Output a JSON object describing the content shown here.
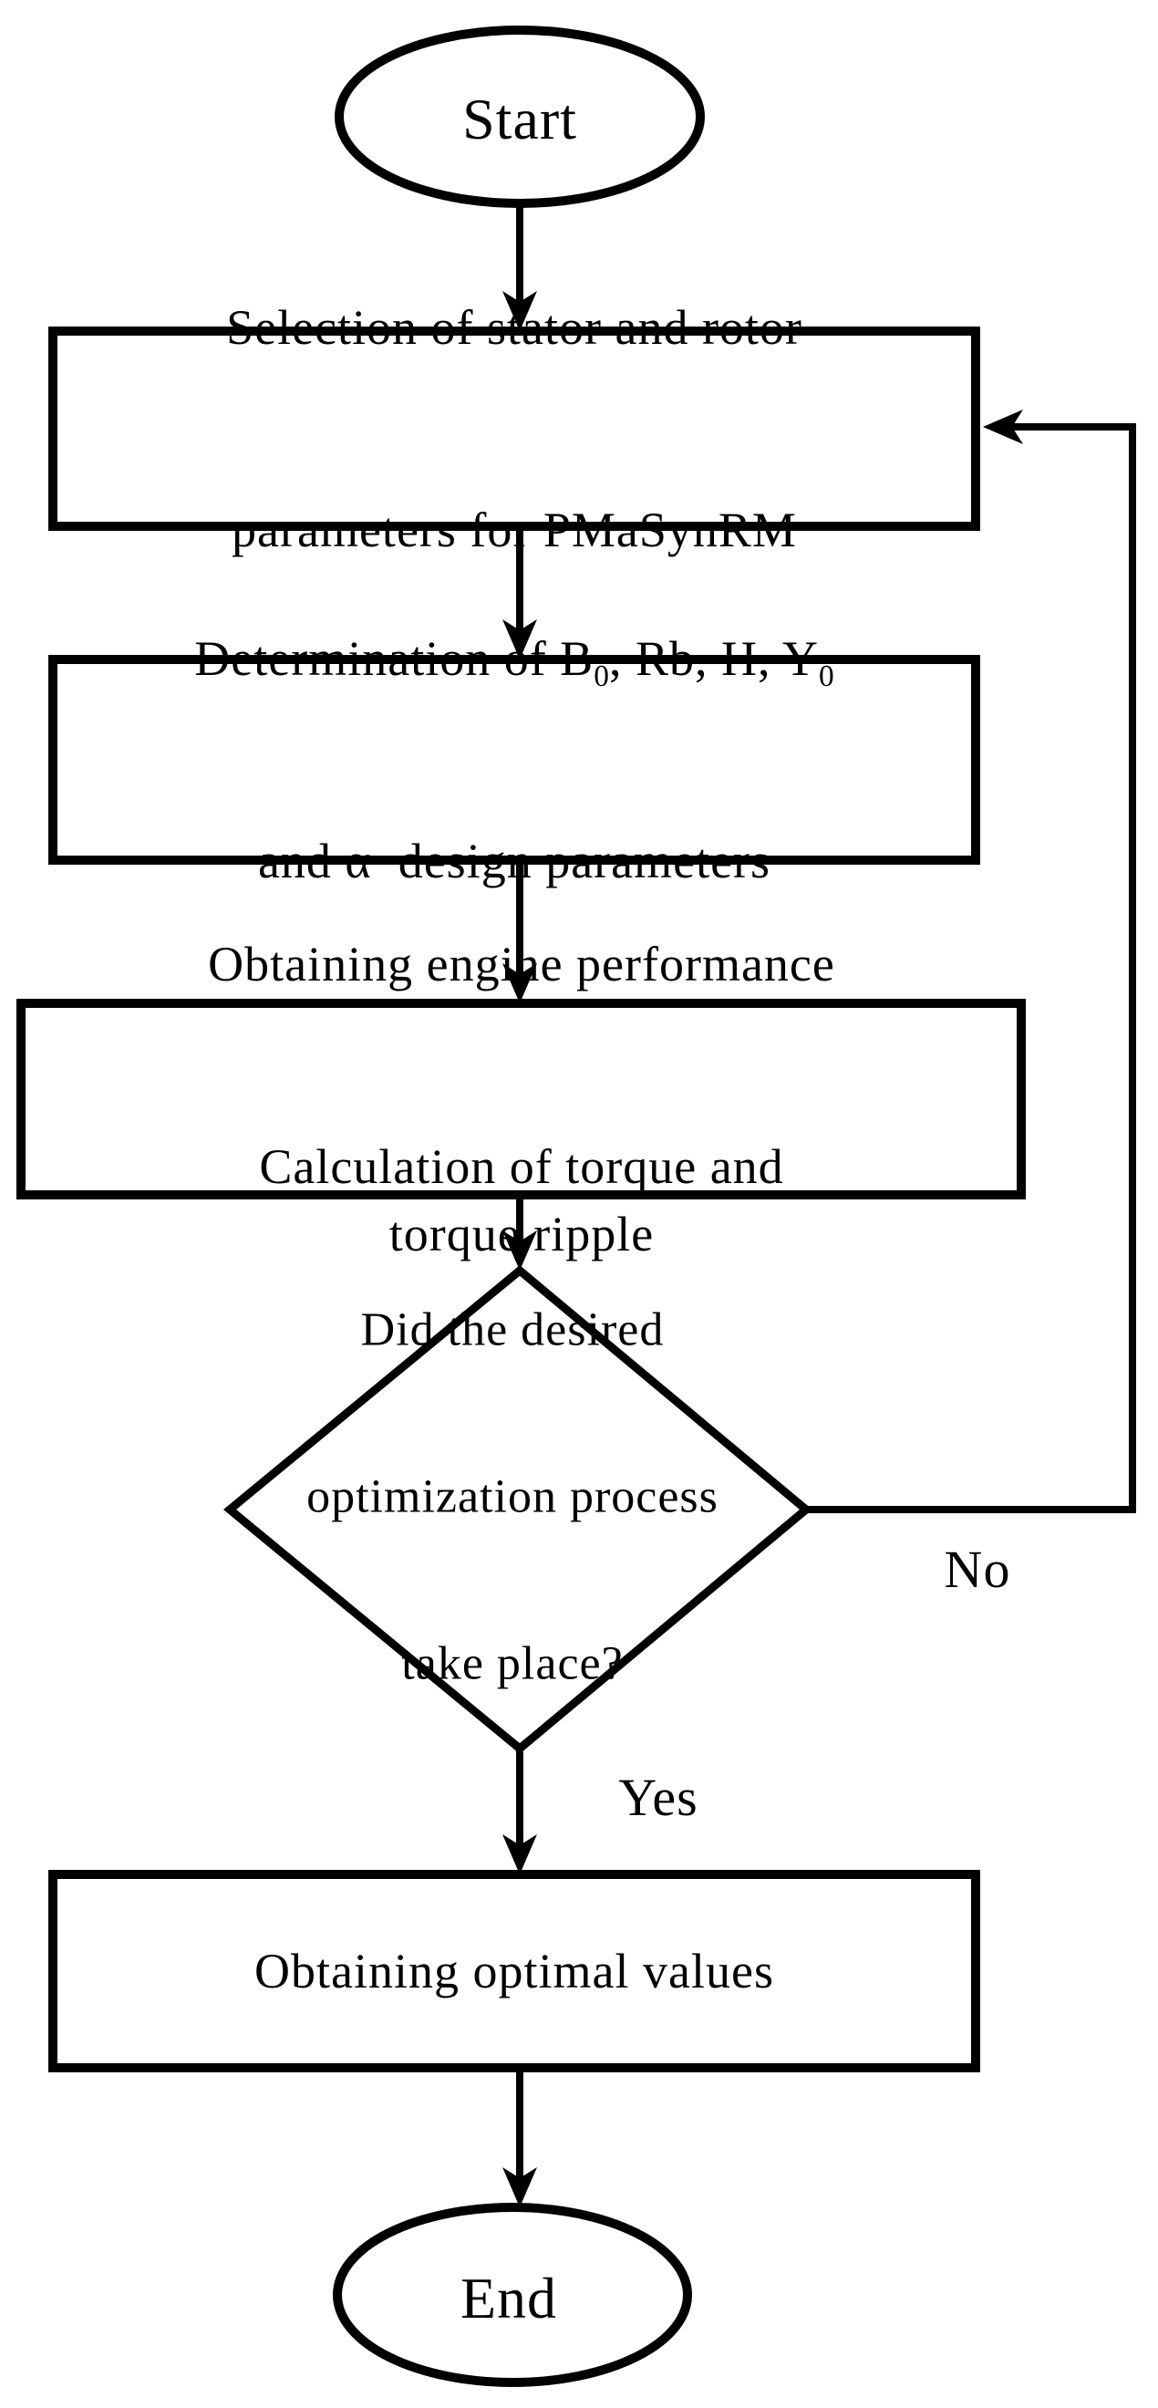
{
  "flowchart": {
    "colors": {
      "stroke": "#000000",
      "fill": "#ffffff",
      "text": "#000000"
    },
    "nodes": {
      "start": {
        "type": "terminator",
        "label": "Start"
      },
      "select_params": {
        "type": "process",
        "lines": [
          "Selection of stator and rotor",
          "parameters for PMaSynRM"
        ]
      },
      "determine_params": {
        "type": "process",
        "line1": {
          "text_a": "Determination of B",
          "sub_a": "0",
          "text_b": ", Rb, H, Y",
          "sub_b": "0"
        },
        "line2": "and α  design parameters"
      },
      "engine_performance": {
        "type": "process",
        "lines": [
          "Obtaining engine performance",
          "Calculation of torque and torque ripple"
        ]
      },
      "decision": {
        "type": "decision",
        "lines": [
          "Did the desired",
          "optimization process",
          "take place?"
        ]
      },
      "optimal_values": {
        "type": "process",
        "lines": [
          "Obtaining optimal values"
        ]
      },
      "end": {
        "type": "terminator",
        "label": "End"
      }
    },
    "edge_labels": {
      "no": "No",
      "yes": "Yes"
    }
  }
}
